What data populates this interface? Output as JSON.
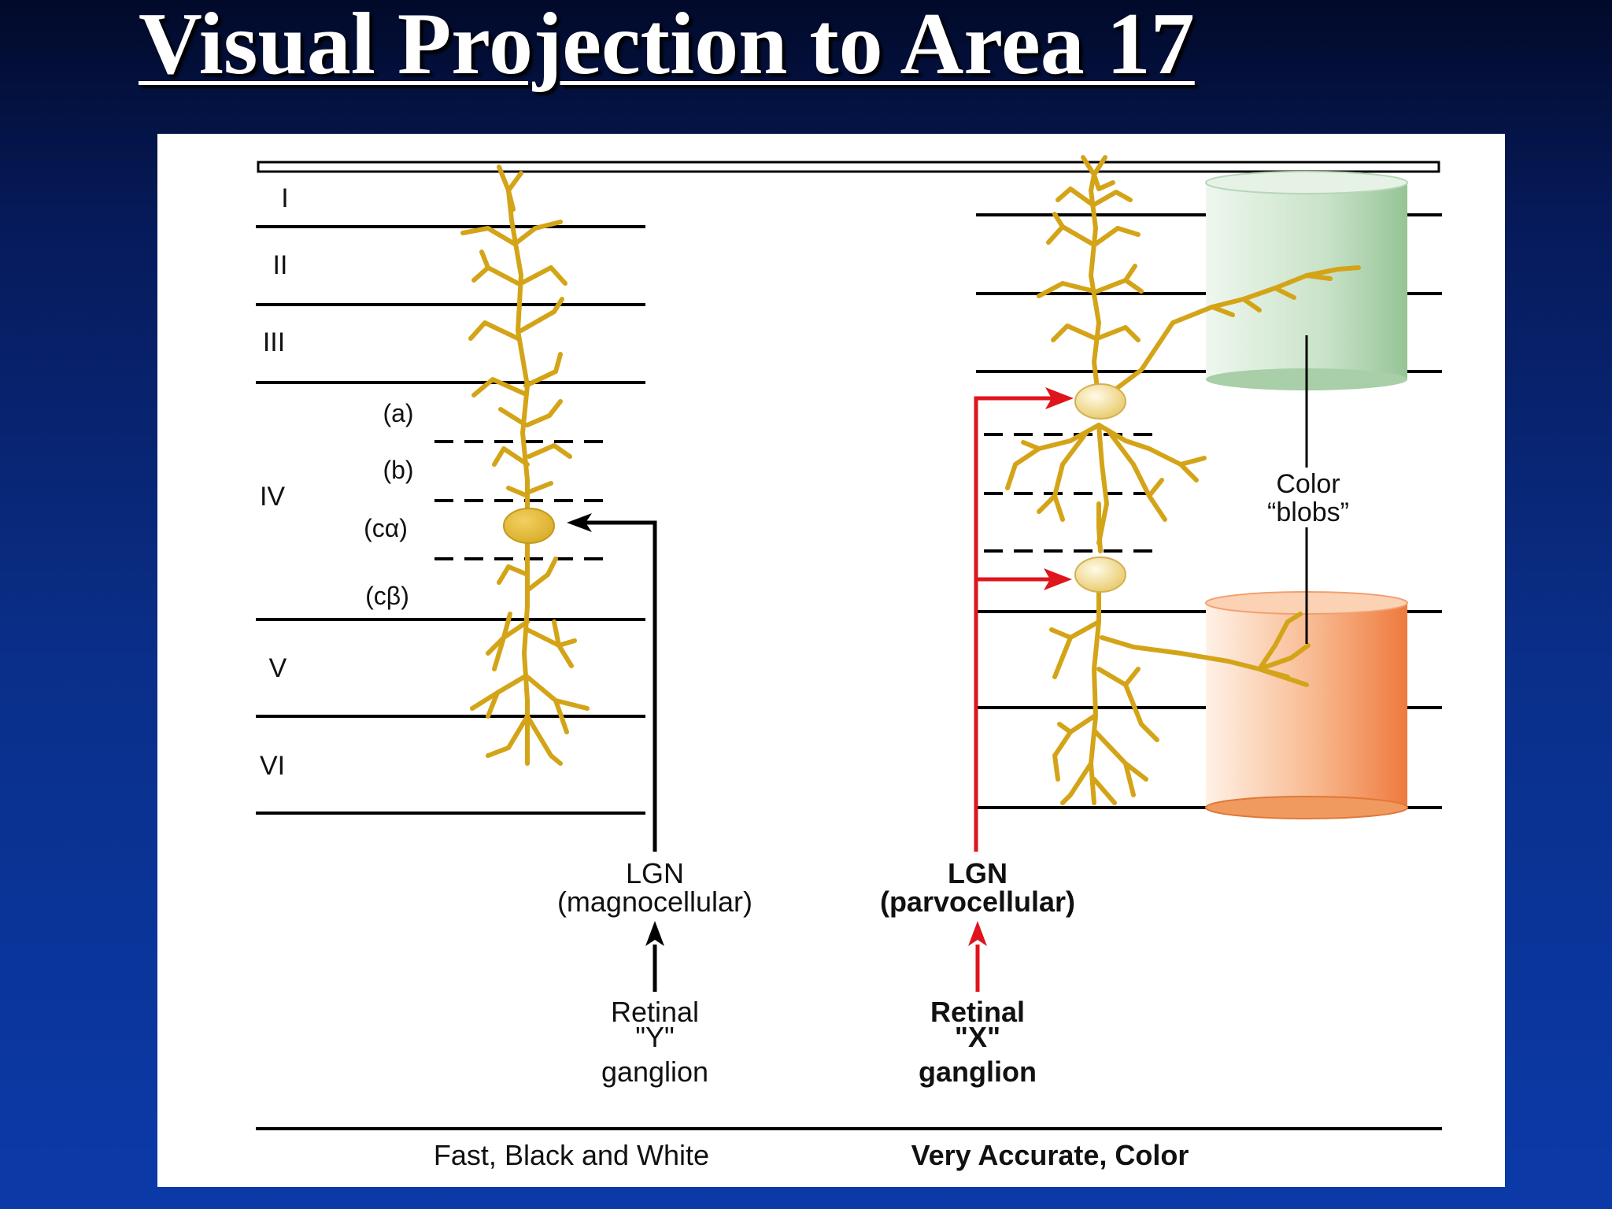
{
  "slide": {
    "title": "Visual Projection to Area 17"
  },
  "diagram": {
    "layer_labels": [
      "I",
      "II",
      "III",
      "IV",
      "V",
      "VI"
    ],
    "sublayer_labels": [
      "(a)",
      "(b)",
      "(cα)",
      "(cβ)"
    ],
    "left_pathway": {
      "lgn_title": "LGN",
      "lgn_subtitle": "(magnocellular)",
      "retinal_line1": "Retinal",
      "retinal_line2": "\"Y\"",
      "retinal_line3": "ganglion",
      "footer": "Fast, Black and White",
      "arrow_color": "#000000"
    },
    "right_pathway": {
      "lgn_title": "LGN",
      "lgn_subtitle": "(parvocellular)",
      "retinal_line1": "Retinal",
      "retinal_line2": "\"X\"",
      "retinal_line3": "ganglion",
      "footer": "Very Accurate, Color",
      "arrow_color": "#e0141c"
    },
    "blobs_label_line1": "Color",
    "blobs_label_line2": "“blobs”",
    "colors": {
      "neuron": "#d4a418",
      "soma_left": "#e8c040",
      "soma_right": "#f6e2a0",
      "blob_green": "#a8d0a8",
      "blob_orange": "#f4a070"
    }
  }
}
